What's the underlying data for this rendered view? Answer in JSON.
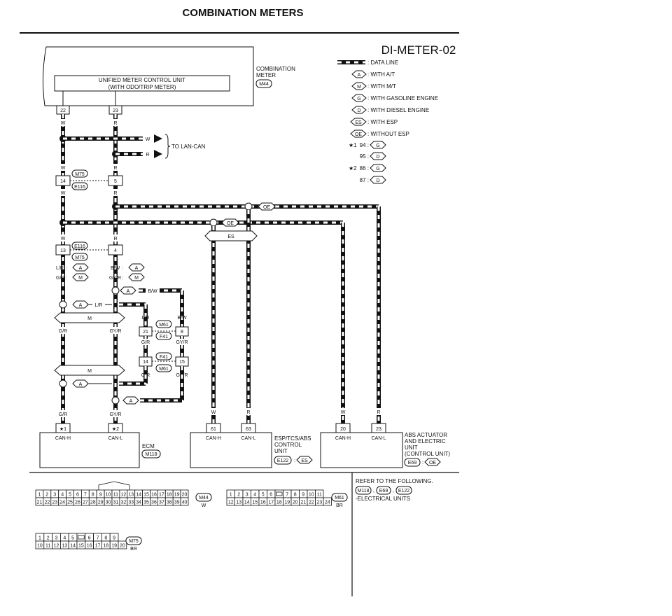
{
  "page": {
    "title": "COMBINATION METERS",
    "diagram_id": "DI-METER-02"
  },
  "legend": {
    "data_line": ": DATA LINE",
    "items": [
      {
        "tag": "A",
        "label": ": WITH A/T"
      },
      {
        "tag": "M",
        "label": ": WITH M/T"
      },
      {
        "tag": "G",
        "label": ": WITH GASOLINE ENGINE"
      },
      {
        "tag": "D",
        "label": ": WITH DIESEL ENGINE"
      },
      {
        "tag": "ES",
        "label": ": WITH ESP"
      },
      {
        "tag": "OE",
        "label": ": WITHOUT ESP"
      }
    ],
    "star_notes": [
      {
        "mark": "★1",
        "value": "94 :",
        "tag": "G"
      },
      {
        "mark": "",
        "value": "95 :",
        "tag": "D"
      },
      {
        "mark": "★2",
        "value": "86 :",
        "tag": "G"
      },
      {
        "mark": "",
        "value": "87 :",
        "tag": "D"
      }
    ]
  },
  "meter": {
    "label_line1": "COMBINATION",
    "label_line2": "METER",
    "connector": "M44",
    "unit_line1": "UNIFIED METER CONTROL UNIT",
    "unit_line2": "(WITH ODO/TRIP METER)",
    "pin_left": "22",
    "pin_right": "23"
  },
  "to_lan_can": "TO LAN-CAN",
  "wires": {
    "w": "W",
    "r": "R",
    "lr": "L/R",
    "bw": "B/W",
    "gr": "G/R",
    "gyr": "GY/R"
  },
  "connectors": {
    "m75": "M75",
    "e116": "E116",
    "m61": "M61",
    "f41": "F41",
    "pin_14": "14",
    "pin_5": "5",
    "pin_13": "13",
    "pin_4": "4",
    "pin_21": "21",
    "pin_8": "8",
    "pin_14b": "14",
    "pin_15": "15"
  },
  "option_tags": {
    "a": "A",
    "m": "M",
    "oe": "OE",
    "es": "ES"
  },
  "ecm": {
    "label": "ECM",
    "connector": "M118",
    "pin_h": "★1",
    "pin_l": "★2",
    "can_h": "CAN-H",
    "can_l": "CAN-L"
  },
  "esp": {
    "line1": "ESP/TCS/ABS",
    "line2": "CONTROL",
    "line3": "UNIT",
    "connector": "E122",
    "tag": "ES",
    "pin_h": "61",
    "pin_l": "63",
    "can_h": "CAN-H",
    "can_l": "CAN-L"
  },
  "abs": {
    "line1": "ABS ACTUATOR",
    "line2": "AND ELECTRIC",
    "line3": "UNIT",
    "line4": "(CONTROL UNIT)",
    "connector": "E69",
    "tag": "OE",
    "pin_h": "20",
    "pin_l": "23",
    "can_h": "CAN-H",
    "can_l": "CAN-L"
  },
  "refer": {
    "line1": "REFER TO THE FOLLOWING.",
    "conn1": "M118",
    "conn2": "E69",
    "conn3": "E122",
    "line2": "-ELECTRICAL UNITS"
  },
  "face_views": {
    "m44": {
      "id": "M44",
      "color": "W",
      "top": [
        "1",
        "2",
        "3",
        "4",
        "5",
        "6",
        "7",
        "8",
        "9",
        "10",
        "11",
        "12",
        "13",
        "14",
        "15",
        "16",
        "17",
        "18",
        "19",
        "20"
      ],
      "bottom": [
        "21",
        "22",
        "23",
        "24",
        "25",
        "26",
        "27",
        "28",
        "29",
        "30",
        "31",
        "32",
        "33",
        "34",
        "35",
        "36",
        "37",
        "38",
        "39",
        "40"
      ]
    },
    "m61": {
      "id": "M61",
      "color": "BR",
      "top": [
        "1",
        "2",
        "3",
        "4",
        "5",
        "6",
        "",
        "7",
        "8",
        "9",
        "10",
        "11"
      ],
      "bottom": [
        "12",
        "13",
        "14",
        "15",
        "16",
        "17",
        "18",
        "19",
        "20",
        "21",
        "22",
        "23",
        "24"
      ]
    },
    "m75": {
      "id": "M75",
      "color": "BR",
      "top": [
        "1",
        "2",
        "3",
        "4",
        "5",
        "",
        "6",
        "7",
        "8",
        "9"
      ],
      "bottom": [
        "10",
        "11",
        "12",
        "13",
        "14",
        "15",
        "16",
        "17",
        "18",
        "19",
        "20"
      ]
    }
  }
}
